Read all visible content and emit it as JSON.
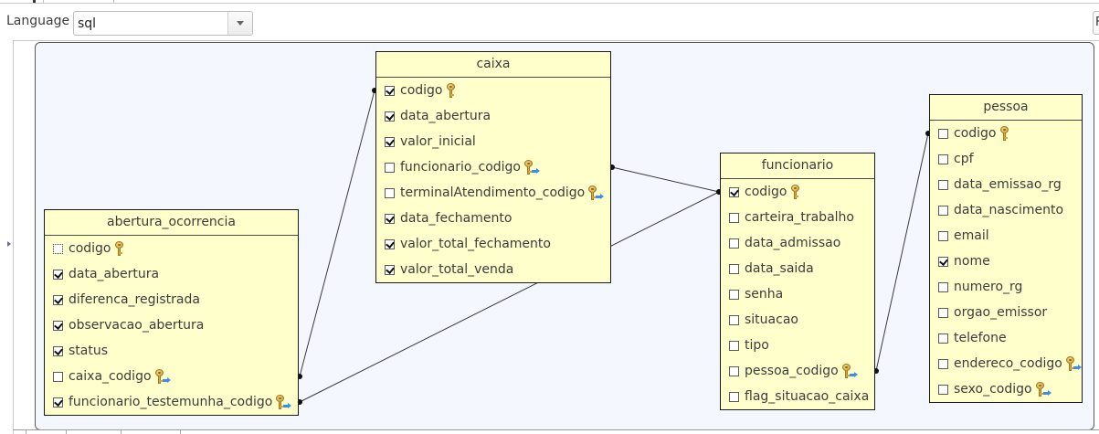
{
  "toolbar": {
    "language_label": "Language",
    "language_value": "sql",
    "right_button_label": "F"
  },
  "diagram": {
    "tables": [
      {
        "id": "abertura_ocorrencia",
        "name": "abertura_ocorrencia",
        "columns": [
          {
            "name": "codigo",
            "checked": false,
            "key": "pk",
            "focused": true
          },
          {
            "name": "data_abertura",
            "checked": true,
            "key": ""
          },
          {
            "name": "diferenca_registrada",
            "checked": true,
            "key": ""
          },
          {
            "name": "observacao_abertura",
            "checked": true,
            "key": ""
          },
          {
            "name": "status",
            "checked": true,
            "key": ""
          },
          {
            "name": "caixa_codigo",
            "checked": false,
            "key": "fk"
          },
          {
            "name": "funcionario_testemunha_codigo",
            "checked": true,
            "key": "fk"
          }
        ]
      },
      {
        "id": "caixa",
        "name": "caixa",
        "columns": [
          {
            "name": "codigo",
            "checked": true,
            "key": "pk"
          },
          {
            "name": "data_abertura",
            "checked": true,
            "key": ""
          },
          {
            "name": "valor_inicial",
            "checked": true,
            "key": ""
          },
          {
            "name": "funcionario_codigo",
            "checked": false,
            "key": "fk"
          },
          {
            "name": "terminalAtendimento_codigo",
            "checked": false,
            "key": "fk"
          },
          {
            "name": "data_fechamento",
            "checked": true,
            "key": ""
          },
          {
            "name": "valor_total_fechamento",
            "checked": true,
            "key": ""
          },
          {
            "name": "valor_total_venda",
            "checked": true,
            "key": ""
          }
        ]
      },
      {
        "id": "funcionario",
        "name": "funcionario",
        "columns": [
          {
            "name": "codigo",
            "checked": true,
            "key": "pk"
          },
          {
            "name": "carteira_trabalho",
            "checked": false,
            "key": ""
          },
          {
            "name": "data_admissao",
            "checked": false,
            "key": ""
          },
          {
            "name": "data_saida",
            "checked": false,
            "key": ""
          },
          {
            "name": "senha",
            "checked": false,
            "key": ""
          },
          {
            "name": "situacao",
            "checked": false,
            "key": ""
          },
          {
            "name": "tipo",
            "checked": false,
            "key": ""
          },
          {
            "name": "pessoa_codigo",
            "checked": false,
            "key": "fk"
          },
          {
            "name": "flag_situacao_caixa",
            "checked": false,
            "key": ""
          }
        ]
      },
      {
        "id": "pessoa",
        "name": "pessoa",
        "columns": [
          {
            "name": "codigo",
            "checked": false,
            "key": "pk"
          },
          {
            "name": "cpf",
            "checked": false,
            "key": ""
          },
          {
            "name": "data_emissao_rg",
            "checked": false,
            "key": ""
          },
          {
            "name": "data_nascimento",
            "checked": false,
            "key": ""
          },
          {
            "name": "email",
            "checked": false,
            "key": ""
          },
          {
            "name": "nome",
            "checked": true,
            "key": ""
          },
          {
            "name": "numero_rg",
            "checked": false,
            "key": ""
          },
          {
            "name": "orgao_emissor",
            "checked": false,
            "key": ""
          },
          {
            "name": "telefone",
            "checked": false,
            "key": ""
          },
          {
            "name": "endereco_codigo",
            "checked": false,
            "key": "fk"
          },
          {
            "name": "sexo_codigo",
            "checked": false,
            "key": "fk"
          }
        ]
      }
    ],
    "relationships": [
      {
        "from_table": "abertura_ocorrencia",
        "from_column": "caixa_codigo",
        "to_table": "caixa",
        "to_column": "codigo"
      },
      {
        "from_table": "abertura_ocorrencia",
        "from_column": "funcionario_testemunha_codigo",
        "to_table": "funcionario",
        "to_column": "codigo"
      },
      {
        "from_table": "caixa",
        "from_column": "funcionario_codigo",
        "to_table": "funcionario",
        "to_column": "codigo"
      },
      {
        "from_table": "funcionario",
        "from_column": "pessoa_codigo",
        "to_table": "pessoa",
        "to_column": "codigo"
      }
    ]
  }
}
